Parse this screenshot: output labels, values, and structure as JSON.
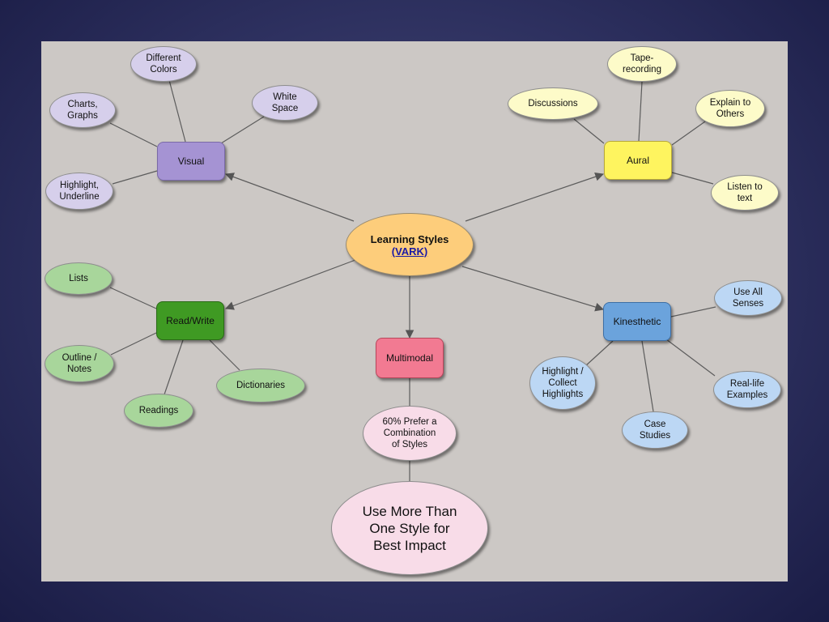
{
  "colors": {
    "visual": "#a593d3",
    "visual_leaf": "#d6cfeb",
    "aural": "#fef45f",
    "aural_leaf": "#fdfbc9",
    "readwrite": "#3f9a23",
    "readwrite_leaf": "#a8d69b",
    "kinesthetic": "#6ba3dc",
    "kinesthetic_leaf": "#bcd7f4",
    "multimodal": "#f27a92",
    "multimodal_leaf": "#f8dce8",
    "center": "#fdcd7b",
    "connector": "#5c5c5c"
  },
  "center": {
    "title": "Learning Styles",
    "link": "(VARK)"
  },
  "categories": {
    "visual": {
      "label": "Visual",
      "items": [
        "Different\nColors",
        "White\nSpace",
        "Charts,\nGraphs",
        "Highlight,\nUnderline"
      ]
    },
    "aural": {
      "label": "Aural",
      "items": [
        "Tape-\nrecording",
        "Discussions",
        "Explain to\nOthers",
        "Listen to\ntext"
      ]
    },
    "readwrite": {
      "label": "Read/Write",
      "items": [
        "Lists",
        "Outline /\nNotes",
        "Readings",
        "Dictionaries"
      ]
    },
    "kinesthetic": {
      "label": "Kinesthetic",
      "items": [
        "Use All\nSenses",
        "Highlight /\nCollect\nHighlights",
        "Case\nStudies",
        "Real-life\nExamples"
      ]
    },
    "multimodal": {
      "label": "Multimodal",
      "items": [
        "60% Prefer a\nCombination\nof Styles"
      ]
    }
  },
  "conclusion": "Use More Than\nOne Style for\nBest Impact"
}
